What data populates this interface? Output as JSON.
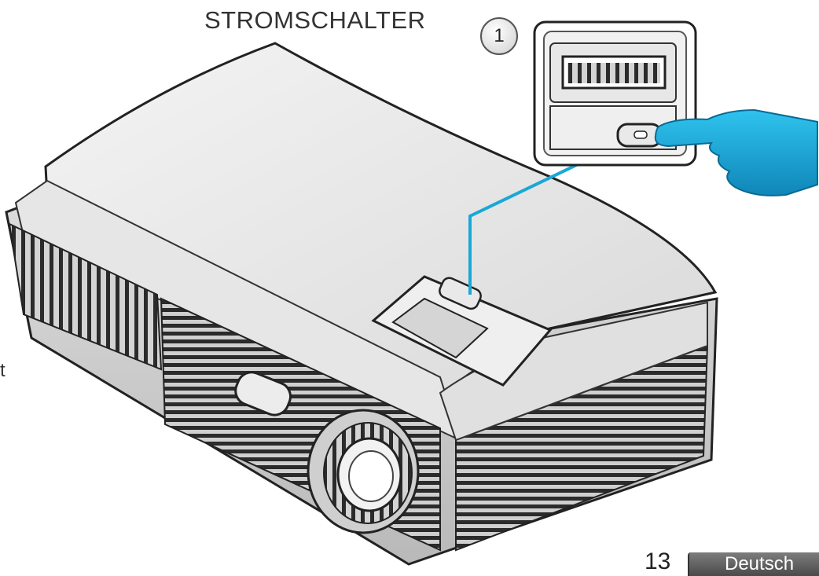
{
  "callout": {
    "label": "STROMSCHALTER",
    "step_number": "1"
  },
  "page": {
    "side_fragment": "t",
    "number": "13",
    "tab_label": "Deutsch"
  },
  "illustration": {
    "subject": "projector",
    "pointer": "hand-pointer-icon",
    "accent_color": "#19a8d6"
  }
}
